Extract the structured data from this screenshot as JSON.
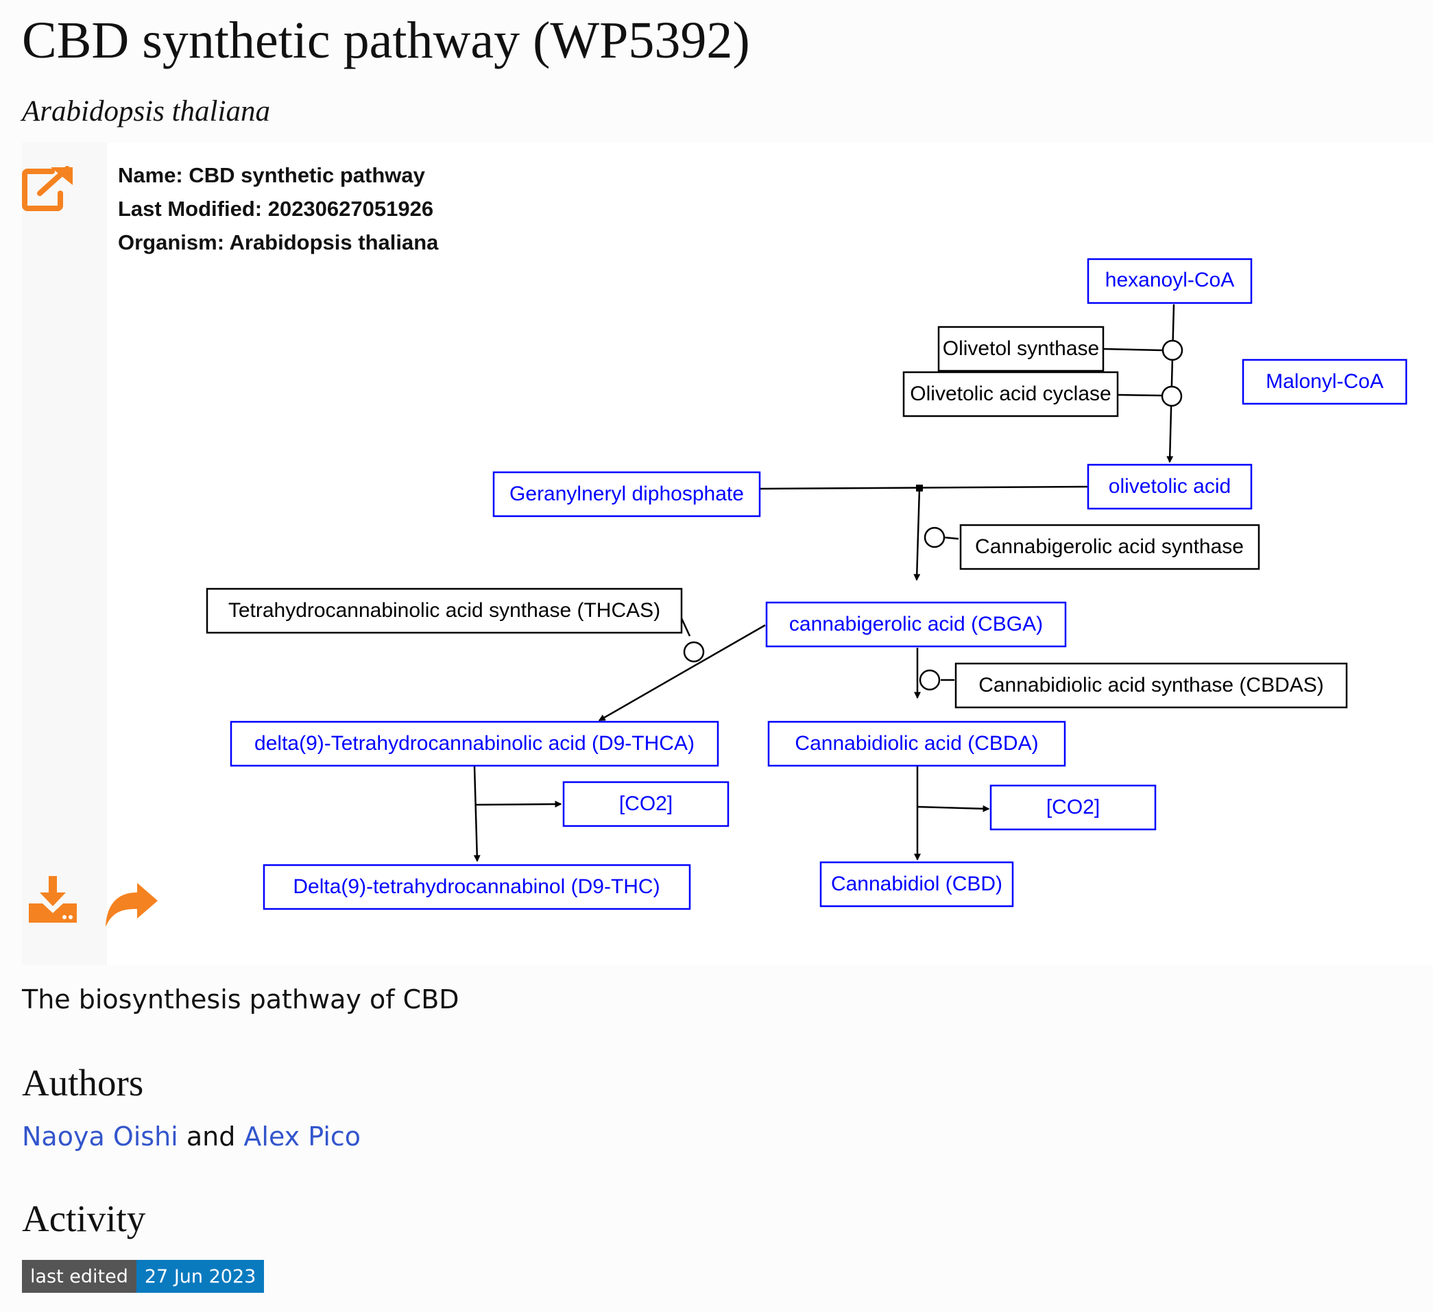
{
  "page": {
    "title": "CBD synthetic pathway (WP5392)",
    "organism": "Arabidopsis thaliana"
  },
  "info": {
    "name": "Name: CBD synthetic pathway",
    "last_modified": "Last Modified: 20230627051926",
    "organism": "Organism: Arabidopsis thaliana"
  },
  "icons": {
    "open": "external-link-icon",
    "download": "download-icon",
    "share": "share-icon"
  },
  "colors": {
    "icon": "#f58220",
    "metabolite": "#0000ff",
    "gene": "#000000",
    "badge_left": "#555555",
    "badge_right": "#0a7abf",
    "link": "#3355cc"
  },
  "diagram": {
    "metabolites": {
      "hexanoyl_coa": "hexanoyl-CoA",
      "malonyl_coa": "Malonyl-CoA",
      "olivetolic_acid": "olivetolic acid",
      "gpp": "Geranylneryl diphosphate",
      "cbga": "cannabigerolic acid (CBGA)",
      "thca": "delta(9)-Tetrahydrocannabinolic acid (D9-THCA)",
      "cbda": "Cannabidiolic acid (CBDA)",
      "co2_left": "[CO2]",
      "co2_right": "[CO2]",
      "thc": "Delta(9)-tetrahydrocannabinol (D9-THC)",
      "cbd": "Cannabidiol (CBD)"
    },
    "genes": {
      "ols": "Olivetol synthase",
      "oac": "Olivetolic acid cyclase",
      "cbgas": "Cannabigerolic acid synthase",
      "thcas": "Tetrahydrocannabinolic acid synthase (THCAS)",
      "cbdas": "Cannabidiolic acid synthase (CBDAS)"
    }
  },
  "description": "The biosynthesis pathway of CBD",
  "authors": {
    "heading": "Authors",
    "author1": "Naoya Oishi",
    "conjunction": "and",
    "author2": "Alex Pico"
  },
  "activity": {
    "heading": "Activity",
    "badge_label": "last edited",
    "badge_value": "27 Jun 2023"
  }
}
